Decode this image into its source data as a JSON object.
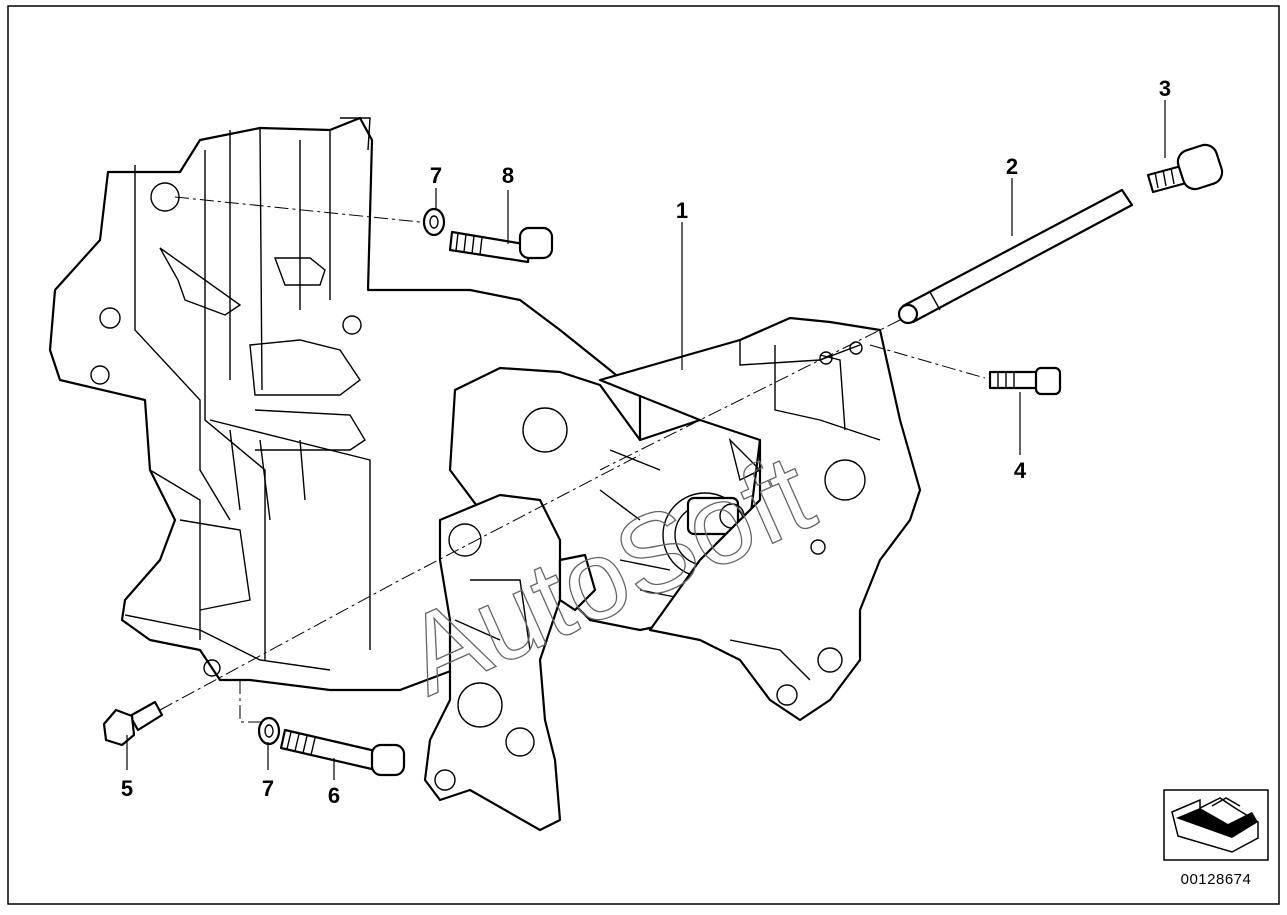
{
  "diagram": {
    "callouts": [
      {
        "id": "c1",
        "label": "1"
      },
      {
        "id": "c2",
        "label": "2"
      },
      {
        "id": "c3",
        "label": "3"
      },
      {
        "id": "c4",
        "label": "4"
      },
      {
        "id": "c5",
        "label": "5"
      },
      {
        "id": "c6",
        "label": "6"
      },
      {
        "id": "c7a",
        "label": "7"
      },
      {
        "id": "c7b",
        "label": "7"
      },
      {
        "id": "c8",
        "label": "8"
      }
    ],
    "reference_number": "00128674",
    "watermark": "AutoSoft",
    "orientation_icon": "direction-arrow-icon"
  }
}
